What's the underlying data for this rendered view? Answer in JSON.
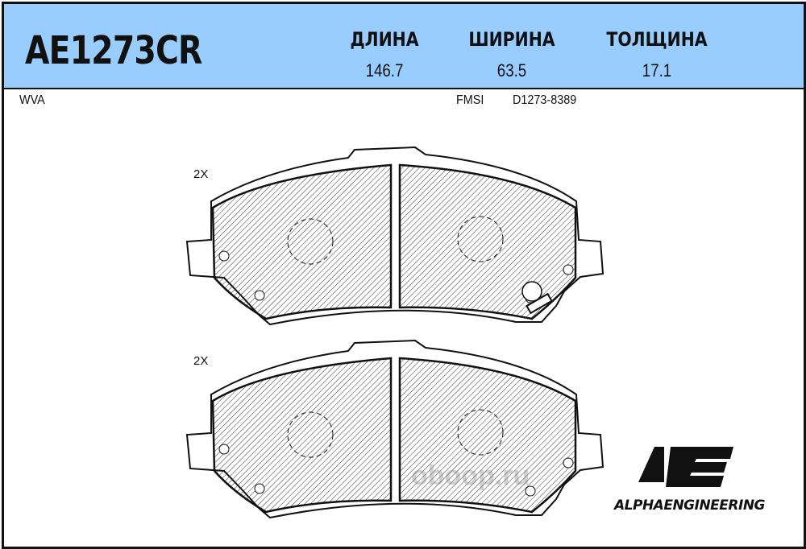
{
  "header": {
    "part_number": "AE1273CR",
    "dimensions": [
      {
        "label": "ДЛИНА",
        "value": "146.7"
      },
      {
        "label": "ШИРИНА",
        "value": "63.5"
      },
      {
        "label": "ТОЛЩИНА",
        "value": "17.1"
      }
    ]
  },
  "wva_label": "WVA",
  "fmsi_label": "FMSI",
  "fmsi_value": "D1273-8389",
  "pads": [
    {
      "quantity": "2X"
    },
    {
      "quantity": "2X"
    }
  ],
  "watermark": "oboop.ru",
  "brand": {
    "logo_letters": "AE",
    "name": "ALPHAENGINEERING"
  },
  "colors": {
    "header_bg": "#99ccff",
    "line": "#111111"
  }
}
